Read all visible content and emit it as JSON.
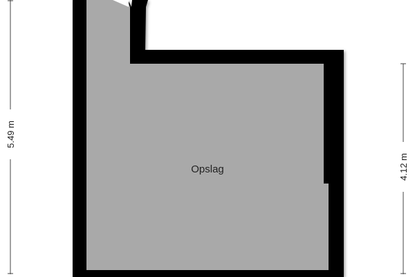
{
  "room": {
    "name": "Opslag",
    "floor_color": "#a9a9a9",
    "wall_color": "#000000"
  },
  "dimensions": {
    "left_height": "5.49 m",
    "right_height": "4.12 m"
  }
}
